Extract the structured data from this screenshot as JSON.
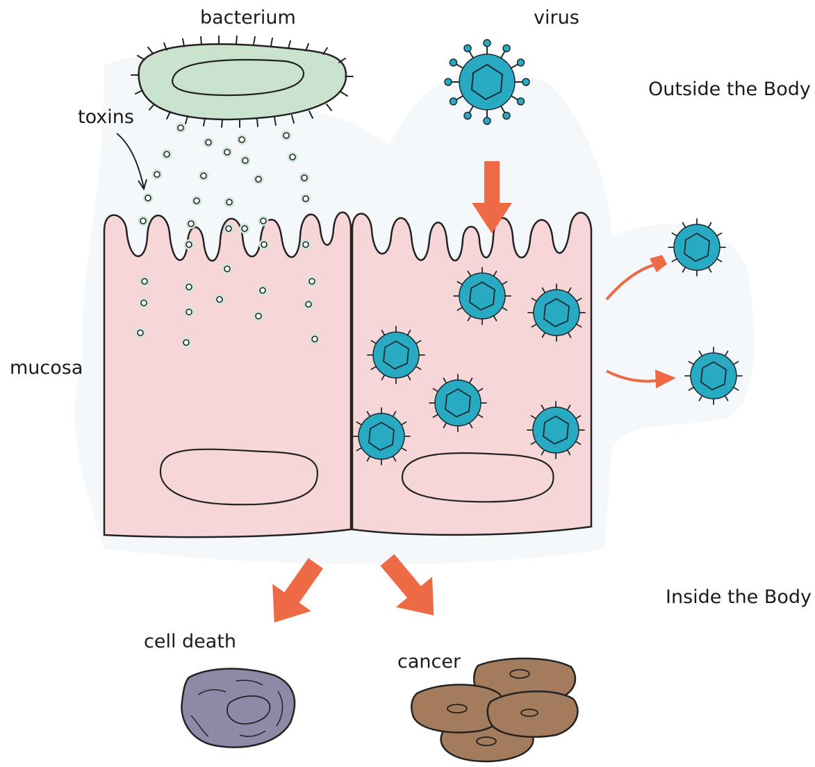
{
  "labels": {
    "bacterium": "bacterium",
    "virus": "virus",
    "toxins": "toxins",
    "outside": "Outside the Body",
    "mucosa": "mucosa",
    "inside": "Inside the Body",
    "cell_death": "cell death",
    "cancer": "cancer"
  },
  "colors": {
    "cell_fill": "#f6d6d7",
    "background_halo": "#eef3f8",
    "bacterium_fill": "#c9e3cf",
    "toxin_fill": "#cfe7d4",
    "virus_fill": "#29aac3",
    "arrow": "#ee6a45",
    "dead_cell": "#8f89a8",
    "cancer_cell": "#a37b5d",
    "outline": "#222222"
  },
  "icons": [
    "bacterium-icon",
    "virus-icon",
    "toxin-icon",
    "dead-cell-icon",
    "cancer-cells-icon",
    "arrow-icon"
  ]
}
